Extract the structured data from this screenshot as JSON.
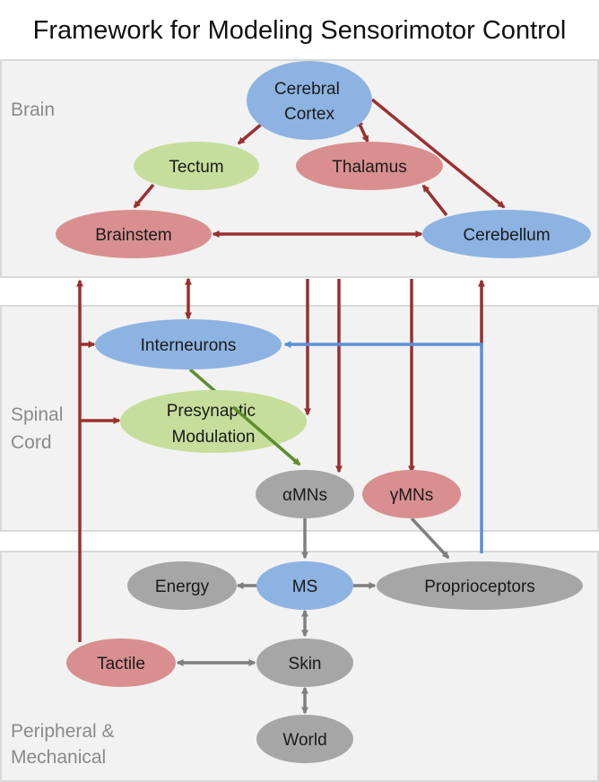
{
  "title": "Framework for Modeling Sensorimotor Control",
  "regions": {
    "brain": {
      "label_lines": [
        "Brain"
      ]
    },
    "spinal_cord": {
      "label_lines": [
        "Spinal",
        "Cord"
      ]
    },
    "peripheral": {
      "label_lines": [
        "Peripheral &",
        "Mechanical"
      ]
    }
  },
  "nodes": {
    "cerebral_cortex": {
      "label_lines": [
        "Cerebral",
        "Cortex"
      ],
      "color": "#8DB3E2"
    },
    "tectum": {
      "label_lines": [
        "Tectum"
      ],
      "color": "#C6DE9B"
    },
    "thalamus": {
      "label_lines": [
        "Thalamus"
      ],
      "color": "#D98F8F"
    },
    "brainstem": {
      "label_lines": [
        "Brainstem"
      ],
      "color": "#D98F8F"
    },
    "cerebellum": {
      "label_lines": [
        "Cerebellum"
      ],
      "color": "#8DB3E2"
    },
    "interneurons": {
      "label_lines": [
        "Interneurons"
      ],
      "color": "#8DB3E2"
    },
    "presynaptic": {
      "label_lines": [
        "Presynaptic",
        "Modulation"
      ],
      "color": "#C6DE9B"
    },
    "alpha_mns": {
      "label_lines": [
        "αMNs"
      ],
      "color": "#A6A6A6"
    },
    "gamma_mns": {
      "label_lines": [
        "γMNs"
      ],
      "color": "#D98F8F"
    },
    "energy": {
      "label_lines": [
        "Energy"
      ],
      "color": "#A6A6A6"
    },
    "ms": {
      "label_lines": [
        "MS"
      ],
      "color": "#8DB3E2"
    },
    "proprioceptors": {
      "label_lines": [
        "Proprioceptors"
      ],
      "color": "#A6A6A6"
    },
    "tactile": {
      "label_lines": [
        "Tactile"
      ],
      "color": "#D98F8F"
    },
    "skin": {
      "label_lines": [
        "Skin"
      ],
      "color": "#A6A6A6"
    },
    "world": {
      "label_lines": [
        "World"
      ],
      "color": "#A6A6A6"
    }
  },
  "colors": {
    "neural_arrow": "#9B2F2F",
    "feedback_arrow": "#5B8FD8",
    "presynaptic_arrow": "#5E8E2E",
    "mechanical_arrow": "#7F7F7F",
    "region_fill": "#F2F2F2",
    "region_border": "#D9D9D9"
  }
}
